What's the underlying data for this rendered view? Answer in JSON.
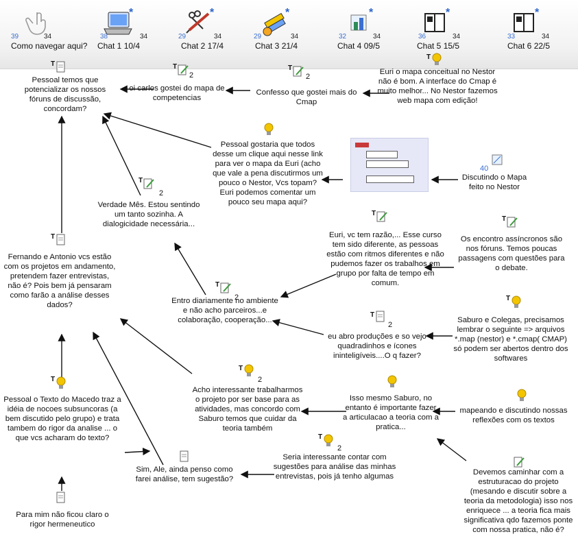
{
  "toolbar": {
    "items": [
      {
        "left": "39",
        "right": "34",
        "label": "Como navegar aqui?"
      },
      {
        "left": "38",
        "right": "34",
        "label": "Chat 1 10/4"
      },
      {
        "left": "29",
        "right": "34",
        "label": "Chat 2 17/4"
      },
      {
        "left": "29",
        "right": "34",
        "label": "Chat 3 21/4"
      },
      {
        "left": "32",
        "right": "34",
        "label": "Chat 4 09/5"
      },
      {
        "left": "36",
        "right": "34",
        "label": "Chat 5 15/5"
      },
      {
        "left": "33",
        "right": "34",
        "label": "Chat 6 22/5"
      }
    ],
    "star": "*"
  },
  "nodes": {
    "n1": "Pessoal temos que potencializar os nossos fóruns de discussão, concordam?",
    "n2": "oi carlos gostei do mapa de competencias",
    "n3": "Confesso que gostei mais do Cmap",
    "n4": "Euri o mapa conceitual no Nestor não é bom. A interface do Cmap é muito melhor... No Nestor fazemos web mapa com edição!",
    "n5": "Pessoal gostaria que todos desse um clique aqui nesse link para ver o mapa da Euri (acho que vale a pena discutirmos um pouco o Nestor, Vcs topam? Euri podemos comentar um pouco seu mapa aqui?",
    "n6": "Discutindo o Mapa feito no Nestor",
    "n7": "Verdade Mês. Estou sentindo um tanto sozinha. A dialogicidade necessária...",
    "n8": "Euri, vc tem razão,... Esse curso tem sido diferente, as pessoas estão com ritmos diferentes e não pudemos fazer os trabalhos em grupo por falta de tempo em comum.",
    "n9": "Os encontro assíncronos são nos fóruns. Temos poucas passagens com questões para o debate.",
    "n10": "Fernando e Antonio vcs estão com os projetos em andamento, pretendem fazer entrevistas, não é? Pois bem já pensaram como farão a análise desses dados?",
    "n11": "Entro diariamente no ambiente e não acho parceiros...e colaboração, cooperação...",
    "n12": "eu abro produções e so vejo quadradinhos e ícones ininteligíveis....O q fazer?",
    "n13": "Saburo e Colegas, precisamos lembrar o seguinte => arquivos *.map (nestor) e *.cmap( CMAP) só podem ser abertos dentro dos softwares",
    "n14": "Acho interessante trabalharmos o projeto por ser base para as atividades, mas concordo com Saburo temos que cuidar da teoria também",
    "n15": "Isso mesmo Saburo, no entanto é importante fazer a articulacao a teoria com a pratica...",
    "n16": "mapeando e discutindo nossas reflexões com os textos",
    "n17": "Pessoal o Texto do Macedo traz a idéia de nocoes subsuncoras (a bem discutido pelo grupo) e trata tambem do rigor da analise ... o que vcs acharam do texto?",
    "n18": "Seria interessante contar com sugestões para análise das minhas entrevistas, pois já tenho algumas",
    "n19": "Devemos caminhar com a estruturacao do projeto (mesando e discutir sobre a teoria da metodologia) isso nos enriquece ... a teoria fica mais significativa qdo fazemos ponte com nossa pratica, não é?",
    "n20": "Sim, Ale, ainda penso como farei análise, tem sugestão?",
    "n21": "Para mim não ficou claro o rigor hermeneutico"
  },
  "marks": {
    "t": "T",
    "two": "2",
    "forty": "40"
  },
  "colors": {
    "accent": "#3b6fd0",
    "bulb": "#f2c500",
    "arrow": "#111111"
  }
}
